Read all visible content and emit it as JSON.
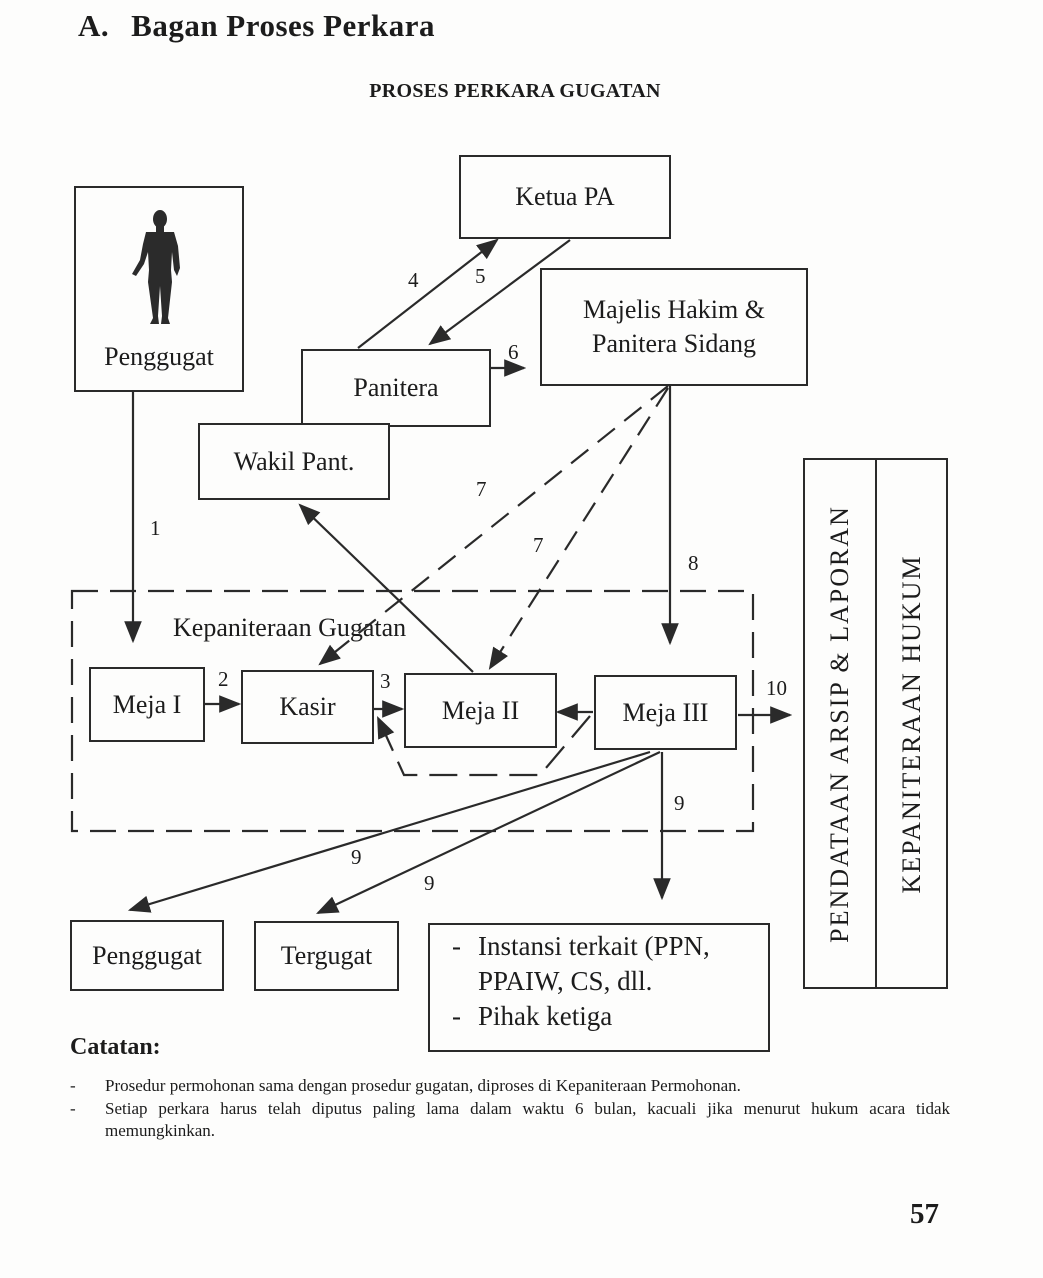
{
  "heading": {
    "number": "A.",
    "title": "Bagan Proses Perkara"
  },
  "subtitle": "PROSES PERKARA GUGATAN",
  "nodes": {
    "ketua_pa": "Ketua PA",
    "penggugat_top": "Penggugat",
    "majelis_line1": "Majelis Hakim &",
    "majelis_line2": "Panitera Sidang",
    "panitera": "Panitera",
    "wakil_pant": "Wakil Pant.",
    "meja_1": "Meja I",
    "kasir": "Kasir",
    "meja_2": "Meja II",
    "meja_3": "Meja III",
    "penggugat_bottom": "Penggugat",
    "tergugat": "Tergugat"
  },
  "region_label": "Kepaniteraan Gugatan",
  "side_panels": {
    "left": "PENDATAAN ARSIP & LAPORAN",
    "right": "KEPANITERAAN HUKUM"
  },
  "instansi_list": {
    "item1_line1": "Instansi terkait (PPN,",
    "item1_line2": "PPAIW, CS, dll.",
    "item2": "Pihak ketiga"
  },
  "step_labels": {
    "s1": "1",
    "s2": "2",
    "s3": "3",
    "s4": "4",
    "s5": "5",
    "s6": "6",
    "s7a": "7",
    "s7b": "7",
    "s8": "8",
    "s9a": "9",
    "s9b": "9",
    "s9c": "9",
    "s10": "10"
  },
  "notes": {
    "title": "Catatan:",
    "items": [
      "Prosedur permohonan sama dengan prosedur gugatan, diproses di Kepaniteraan Permohonan.",
      "Setiap perkara harus telah diputus paling lama dalam waktu 6 bulan, kacuali jika menurut hukum acara tidak memungkinkan."
    ]
  },
  "page_number": "57",
  "colors": {
    "ink": "#2a2a2a",
    "paper": "#fdfdfc"
  }
}
